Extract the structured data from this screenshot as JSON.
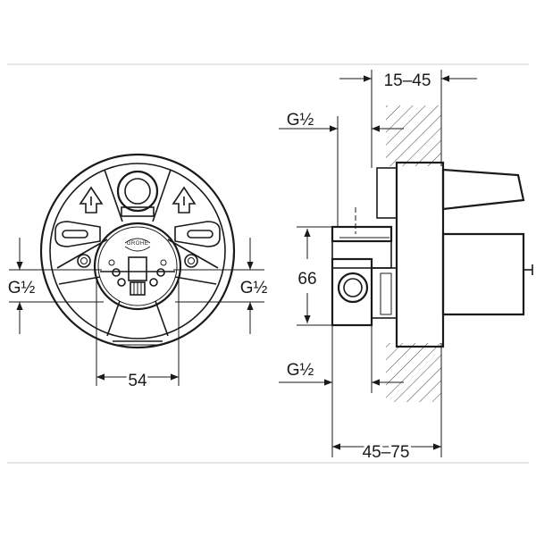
{
  "labels": {
    "front_left_thread": "G½",
    "front_right_thread": "G½",
    "front_width": "54",
    "logo": "GROHE",
    "side_top_thread": "G½",
    "side_bottom_thread": "G½",
    "side_height": "66",
    "wall_range": "15–45",
    "depth_range": "45–75"
  }
}
